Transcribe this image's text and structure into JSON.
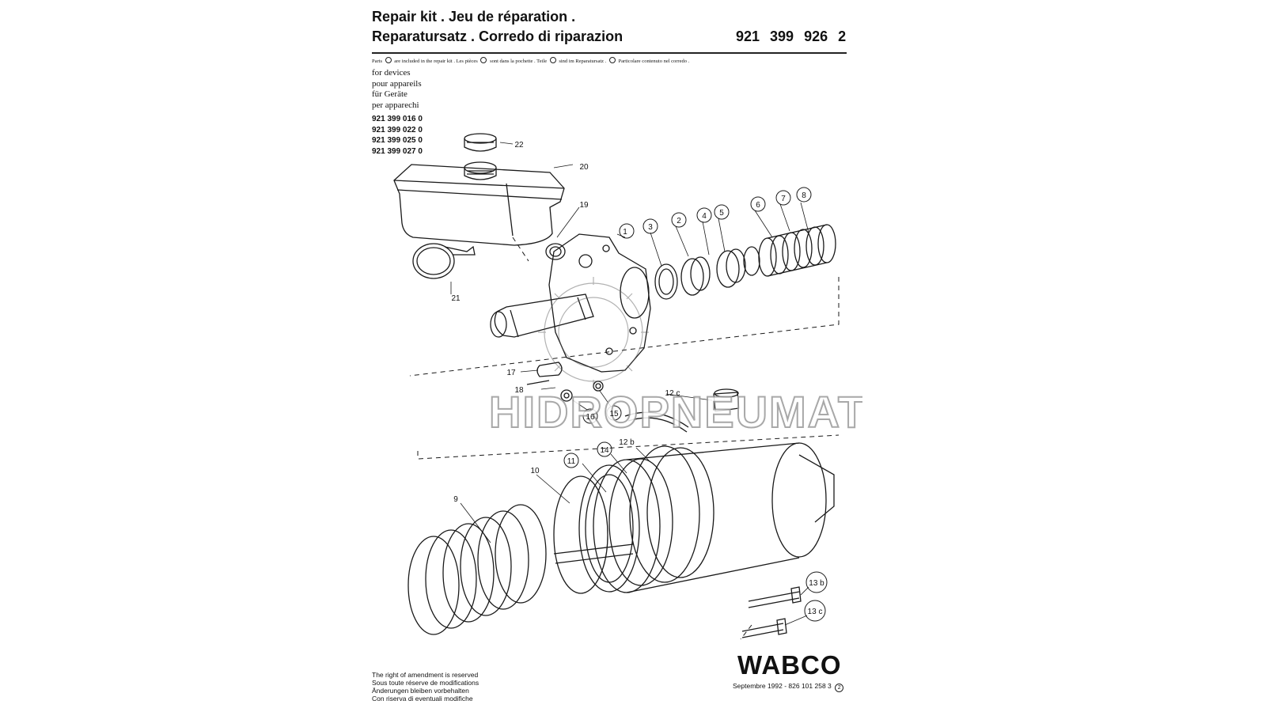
{
  "header": {
    "title_line1": "Repair kit . Jeu de réparation .",
    "title_line2": "Reparatursatz . Corredo di riparazion",
    "part_number": "921 399 926 2"
  },
  "legend": {
    "part1": "Parts",
    "part2": "are included in the repair kit . Les pièces",
    "part3": "sont dans la pochette . Teile",
    "part4": "sind im Reparatursatz .",
    "part5": "Particolare contenuto nel corredo ."
  },
  "devices": {
    "lines": [
      "for devices",
      "pour appareils",
      "für Geräte",
      "per apparechi"
    ],
    "numbers": [
      "921 399 016 0",
      "921 399 022 0",
      "921 399 025 0",
      "921 399 027 0"
    ]
  },
  "callouts": {
    "c1": "1",
    "c2": "2",
    "c3": "3",
    "c4": "4",
    "c5": "5",
    "c6": "6",
    "c7": "7",
    "c8": "8",
    "c9": "9",
    "c10": "10",
    "c11": "11",
    "c12b": "12 b",
    "c12c": "12 c",
    "c13b": "13 b",
    "c13c": "13 c",
    "c14": "14",
    "c15": "15",
    "c16": "16",
    "c17": "17",
    "c18": "18",
    "c19": "19",
    "c20": "20",
    "c21": "21",
    "c22": "22"
  },
  "watermark": "HIDROPNEUMAT",
  "footer": {
    "notice": [
      "The right of amendment is reserved",
      "Sous toute réserve de modifications",
      "Änderungen bleiben vorbehalten",
      "Con riserva di eventuali modifiche"
    ],
    "brand": "WABCO",
    "date": "Septembre 1992 - 826 101 258 3",
    "revision": "2"
  }
}
